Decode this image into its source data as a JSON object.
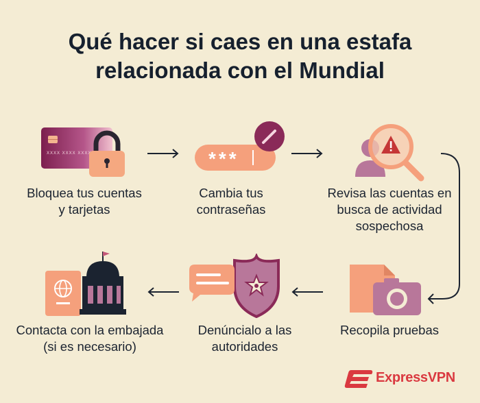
{
  "title": {
    "line1": "Qué hacer si caes en una estafa",
    "line2": "relacionada con el Mundial"
  },
  "steps": [
    {
      "line1": "Bloquea tus cuentas",
      "line2": "y tarjetas",
      "line3": "",
      "icon": "card-lock-icon"
    },
    {
      "line1": "Cambia tus",
      "line2": "contraseñas",
      "line3": "",
      "icon": "password-icon",
      "password_mask": "***"
    },
    {
      "line1": "Revisa las cuentas en",
      "line2": "busca de actividad",
      "line3": "sospechosa",
      "icon": "magnifier-alert-icon"
    },
    {
      "line1": "Recopila pruebas",
      "line2": "",
      "line3": "",
      "icon": "camera-document-icon"
    },
    {
      "line1": "Denúncialo a las",
      "line2": "autoridades",
      "line3": "",
      "icon": "police-badge-icon"
    },
    {
      "line1": "Contacta con la embajada",
      "line2": "(si es necesario)",
      "line3": "",
      "icon": "embassy-passport-icon"
    }
  ],
  "card": {
    "number_text": "XXXX XXXX XXXX"
  },
  "brand": {
    "name": "ExpressVPN"
  },
  "colors": {
    "background": "#f4ecd4",
    "dark": "#16202e",
    "peach": "#f5a07c",
    "plum": "#8a2a58",
    "mauve": "#b8779a",
    "red": "#da3940"
  }
}
